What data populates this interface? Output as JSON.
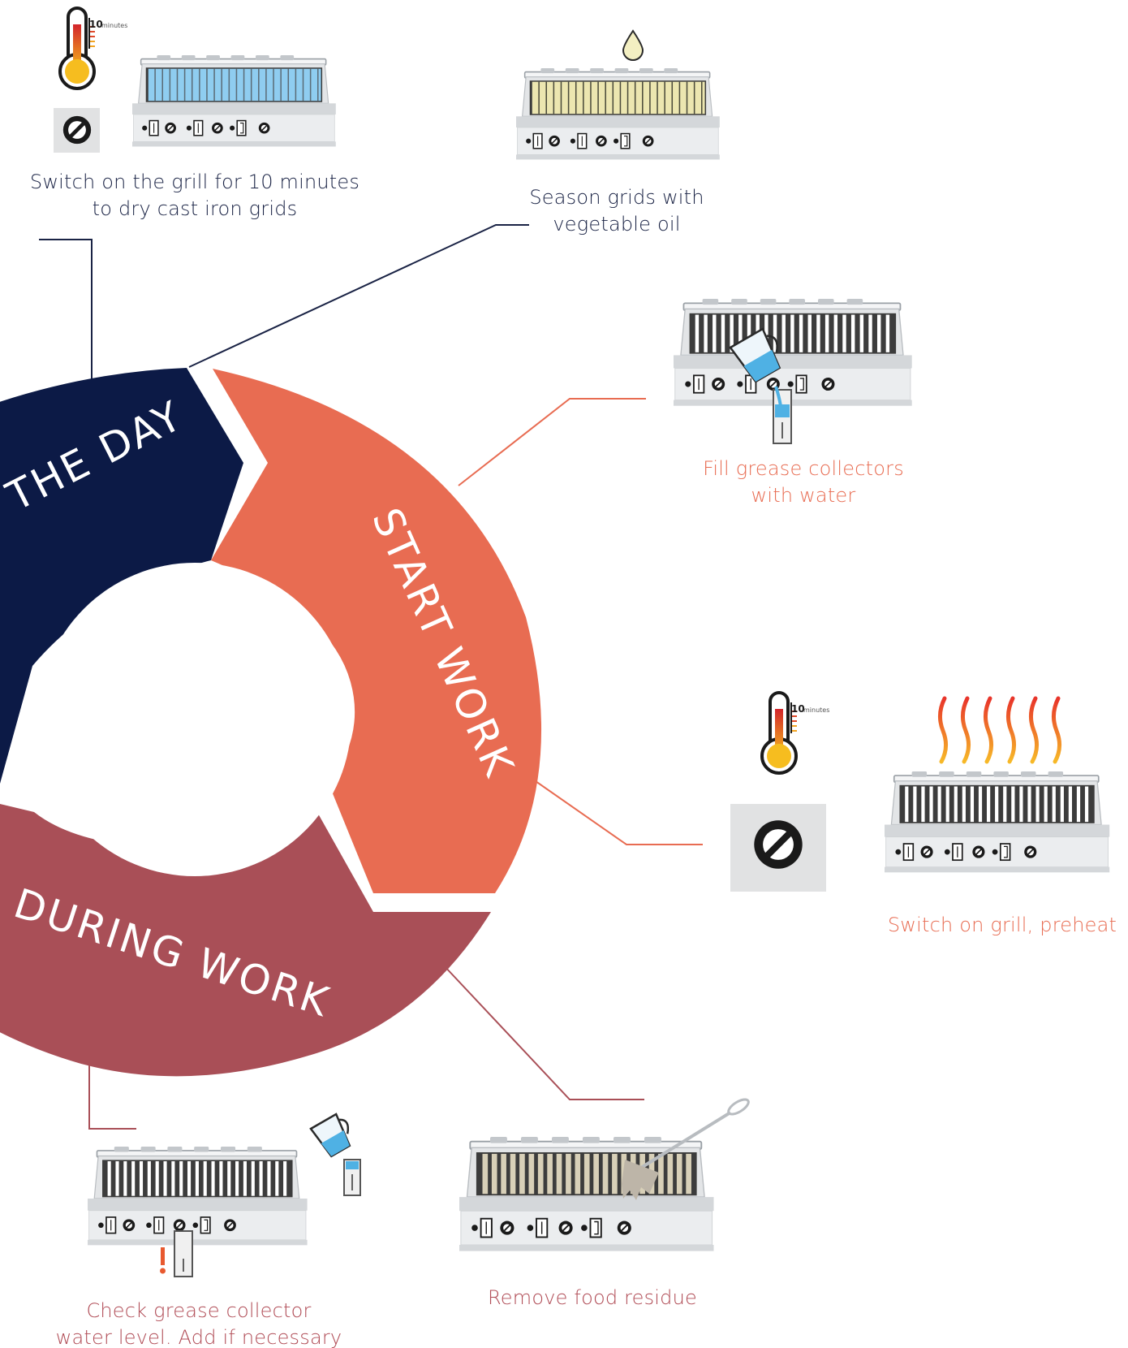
{
  "colors": {
    "navy": "#0c1a46",
    "coral": "#e86c52",
    "wine": "#a94f57",
    "grid_cold": "#8fcdf0",
    "grid_oiled": "#ece6b0",
    "water": "#4fb1e4"
  },
  "segments": {
    "before_day": "THE DAY",
    "start_work": "START WORK",
    "during_work": "DURING WORK"
  },
  "steps": [
    {
      "id": "dry",
      "caption_line1": "Switch on the grill for 10 minutes",
      "caption_line2": "to dry cast iron grids",
      "timer_label": "10",
      "timer_unit": "minutes"
    },
    {
      "id": "season",
      "caption_line1": "Season grids with",
      "caption_line2": "vegetable oil"
    },
    {
      "id": "fill",
      "caption_line1": "Fill grease collectors",
      "caption_line2": "with water"
    },
    {
      "id": "preheat",
      "caption_line1": "Switch on grill, preheat",
      "timer_label": "10",
      "timer_unit": "minutes"
    },
    {
      "id": "residue",
      "caption_line1": "Remove food residue"
    },
    {
      "id": "check",
      "caption_line1": "Check grease collector",
      "caption_line2": "water level. Add if necessary"
    }
  ],
  "icons": [
    "thermometer-icon",
    "timer-knob-icon",
    "grill-icon",
    "oil-drop-icon",
    "pitcher-icon",
    "grease-collector-icon",
    "heat-waves-icon",
    "scraper-brush-icon",
    "warning-icon"
  ]
}
